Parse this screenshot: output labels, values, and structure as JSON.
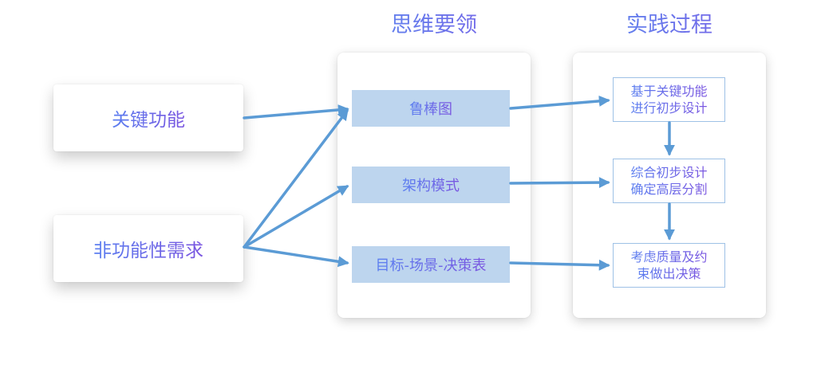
{
  "headings": {
    "thinking_essentials": "思维要领",
    "practice_process": "实践过程"
  },
  "inputs": {
    "key_functions": "关键功能",
    "non_functional": "非功能性需求"
  },
  "methods": {
    "robustness": "鲁棒图",
    "patterns": "架构模式",
    "goal_table": "目标-场景-决策表"
  },
  "steps": {
    "step1_line1": "基于关键功能",
    "step1_line2": "进行初步设计",
    "step2_line1": "综合初步设计",
    "step2_line2": "确定高层分割",
    "step3_line1": "考虑质量及约",
    "step3_line2": "束做出决策"
  },
  "colors": {
    "arrow": "#5b9bd5",
    "method_fill": "#bdd5ee",
    "step_border": "#9ec1e6",
    "text_start": "#5b7ff0",
    "text_end": "#7a55e0"
  }
}
